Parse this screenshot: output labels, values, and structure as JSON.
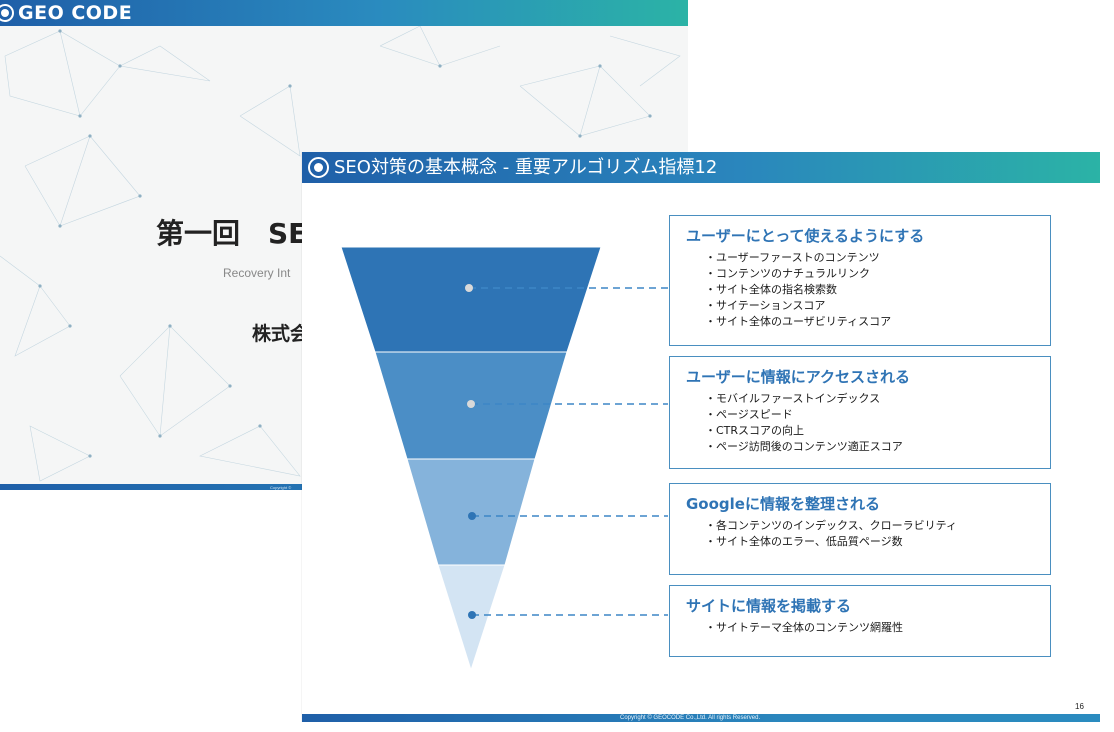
{
  "back_slide": {
    "logo_text": "GEO CODE",
    "title": "第一回　SE",
    "subtitle": "Recovery Int",
    "company": "株式会",
    "copyright": "Copyright ©"
  },
  "front_slide": {
    "title": "SEO対策の基本概念 - 重要アルゴリズム指標12",
    "funnel_colors": [
      "#2e74b5",
      "#4b8ec6",
      "#85b3db",
      "#d3e4f3"
    ],
    "sections": [
      {
        "heading": "ユーザーにとって使えるようにする",
        "items": [
          "・ユーザーファーストのコンテンツ",
          "・コンテンツのナチュラルリンク",
          "・サイト全体の指名検索数",
          "・サイテーションスコア",
          "・サイト全体のユーザビリティスコア"
        ]
      },
      {
        "heading": "ユーザーに情報にアクセスされる",
        "items": [
          "・モバイルファーストインデックス",
          "・ページスピード",
          "・CTRスコアの向上",
          "・ページ訪問後のコンテンツ適正スコア"
        ]
      },
      {
        "heading": "Googleに情報を整理される",
        "items": [
          "・各コンテンツのインデックス、クローラビリティ",
          "・サイト全体のエラー、低品質ページ数"
        ]
      },
      {
        "heading": "サイトに情報を掲載する",
        "items": [
          "・サイトテーマ全体のコンテンツ網羅性"
        ]
      }
    ],
    "copyright": "Copyright © GEOCODE Co.,Ltd. All rights Reserved.",
    "page_number": "16"
  }
}
